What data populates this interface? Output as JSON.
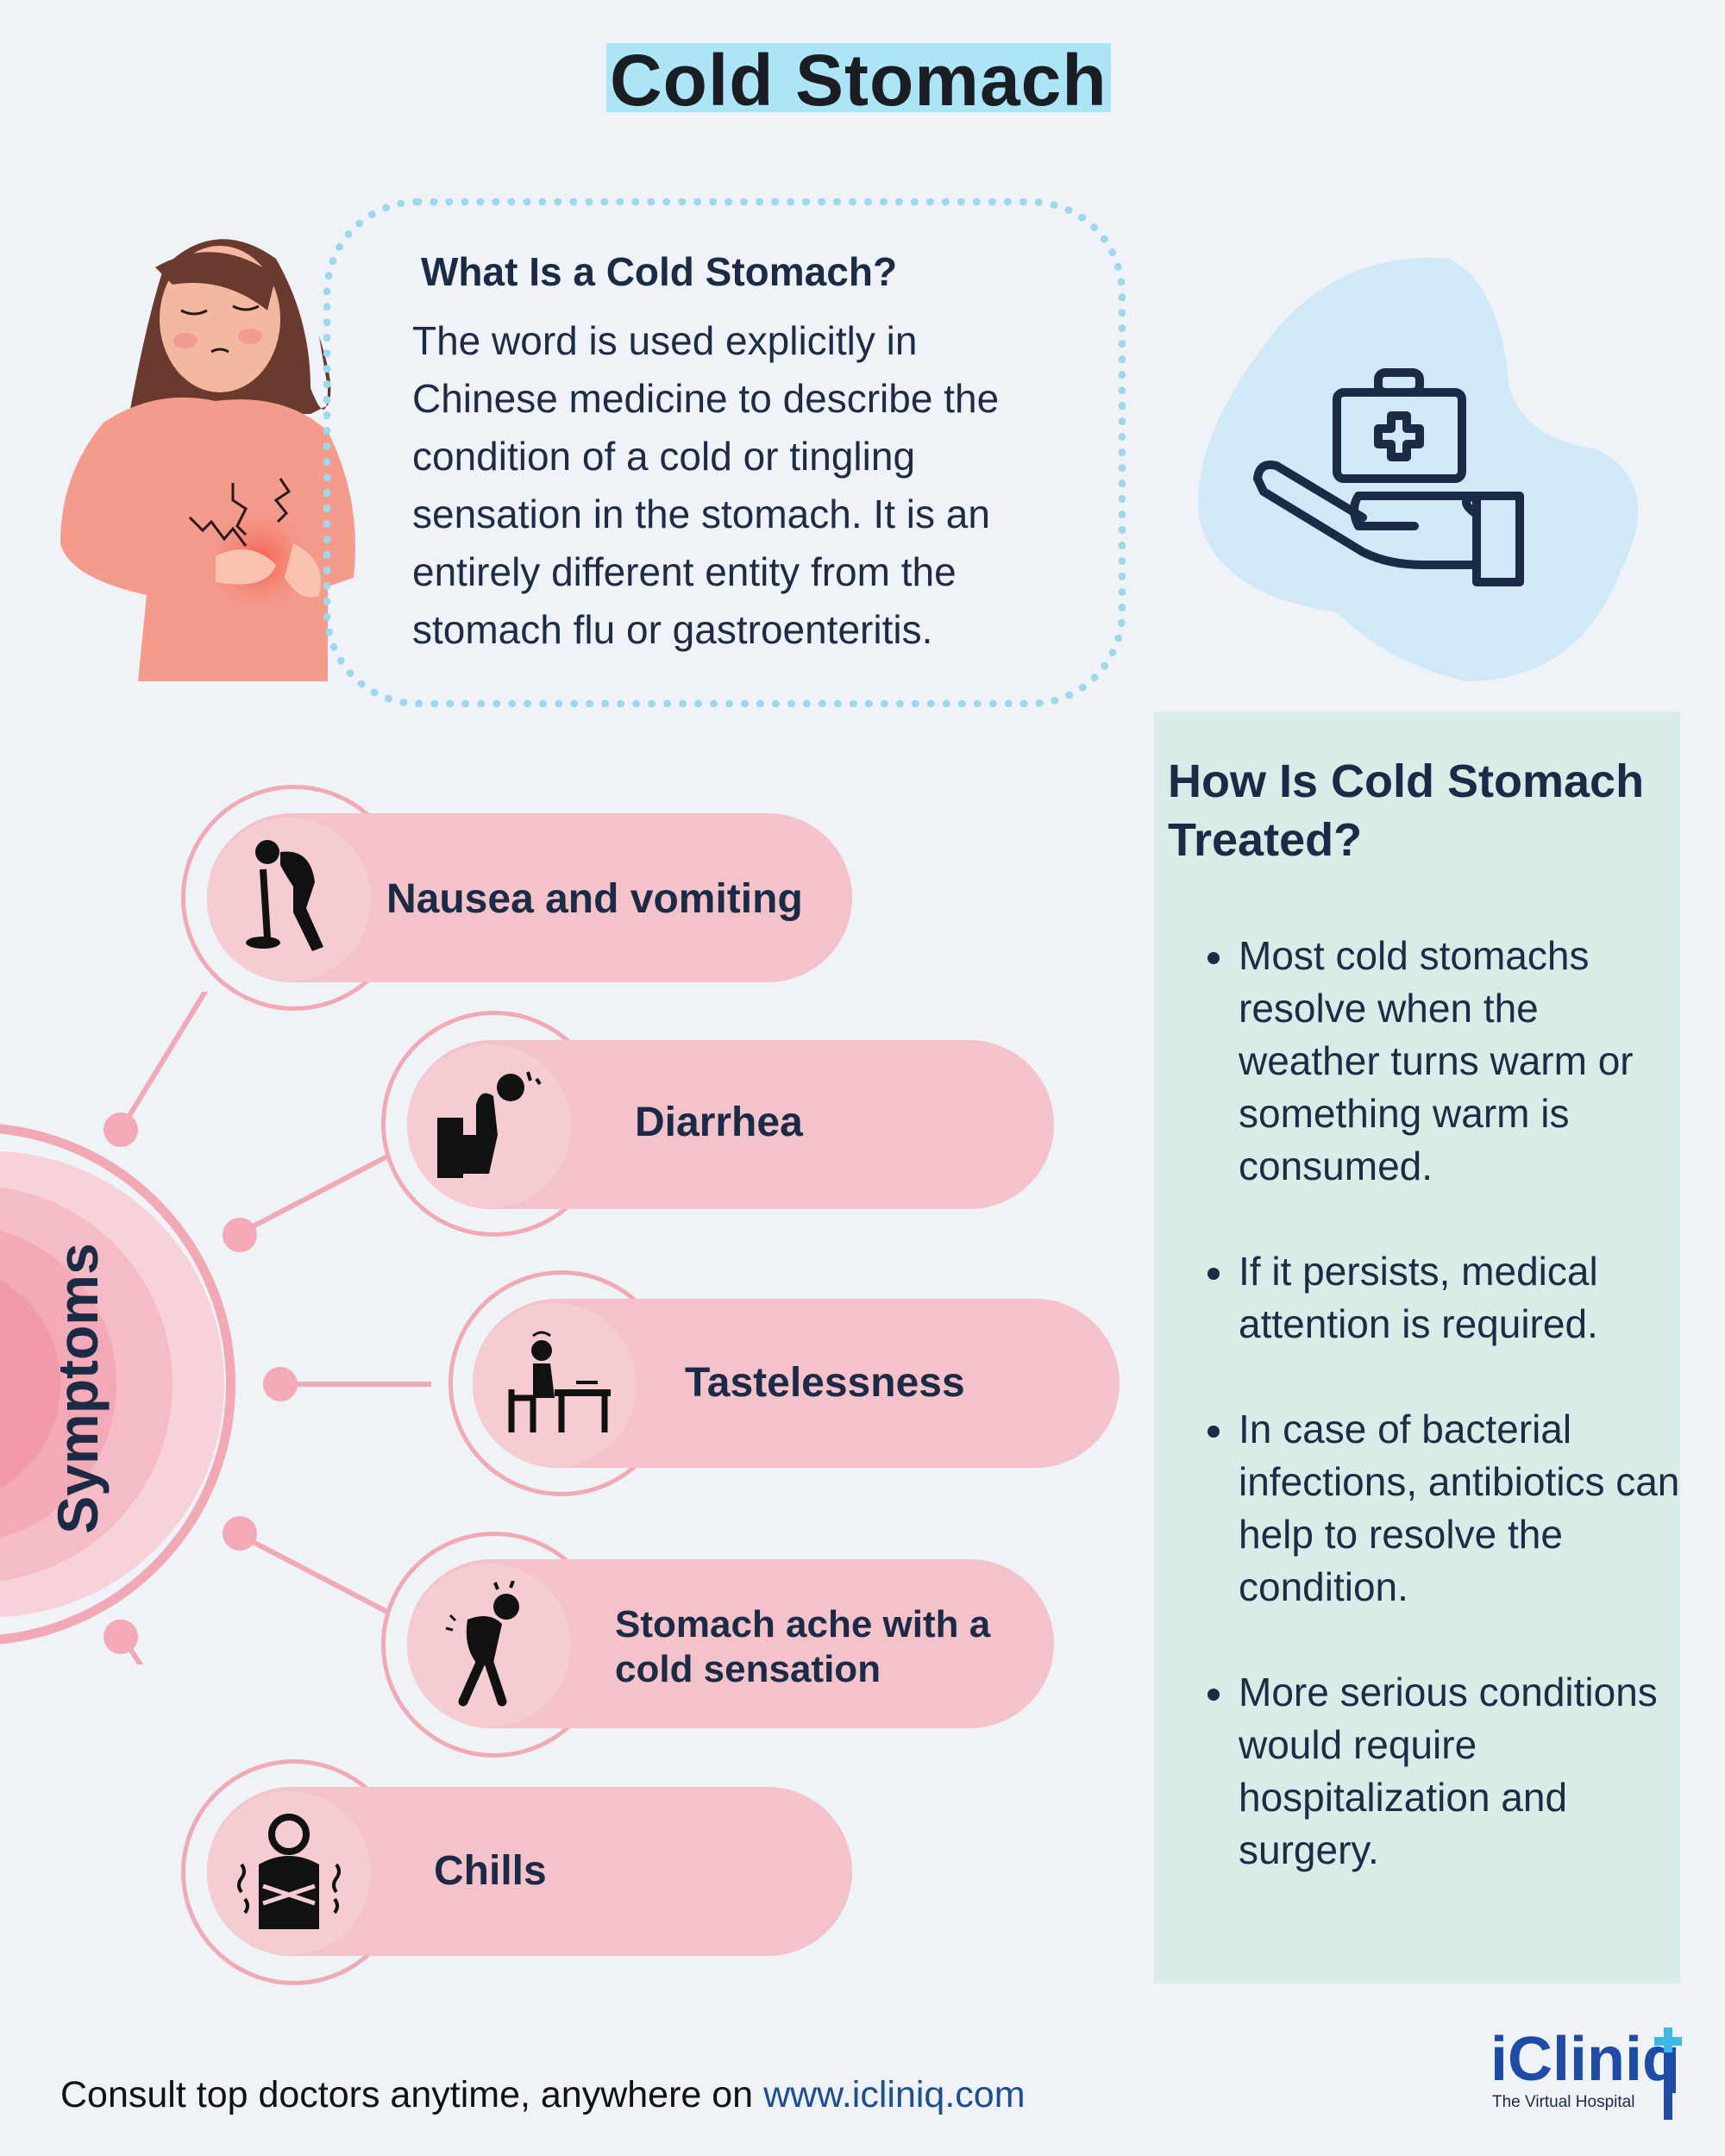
{
  "title": "Cold Stomach",
  "what_is": {
    "heading": "What Is a Cold Stomach?",
    "lines": [
      "The word is used explicitly in",
      "Chinese medicine to describe the",
      "condition of a cold or tingling",
      "sensation in the stomach. It is an",
      "entirely different entity from the",
      "stomach flu or gastroenteritis."
    ]
  },
  "treatment": {
    "heading": "How Is Cold Stomach Treated?",
    "items": [
      "Most cold stomachs resolve when the weather turns warm or something warm is consumed.",
      "If it persists, medical attention is required.",
      "In case of bacterial infections, antibiotics can help to resolve the condition.",
      "More serious conditions would require hospitalization and surgery."
    ]
  },
  "symptoms": {
    "label": "Symptoms",
    "items": [
      {
        "label": "Nausea and vomiting",
        "icon": "vomiting-person-icon"
      },
      {
        "label": "Diarrhea",
        "icon": "toilet-person-icon"
      },
      {
        "label": "Tastelessness",
        "icon": "person-at-table-icon"
      },
      {
        "label": "Stomach ache with a cold sensation",
        "line1": "Stomach ache with a",
        "line2": "cold sensation",
        "icon": "stomach-ache-person-icon"
      },
      {
        "label": "Chills",
        "icon": "shivering-person-icon"
      }
    ]
  },
  "footer": {
    "text": "Consult top doctors anytime, anywhere on ",
    "link": "www.icliniq.com"
  },
  "logo": {
    "name": "iCliniq",
    "tagline": "The Virtual Hospital"
  },
  "colors": {
    "background": "#eff3f8",
    "title_highlight": "#ace5f5",
    "navy_text": "#1b2a45",
    "pill_pink": "#f4c2ca",
    "ring_pink": "#f1a9b6",
    "treatment_panel": "#d8ede7",
    "dotted_border": "#9ed8ea",
    "link_blue": "#1d4e8f",
    "logo_blue": "#1e4aa8",
    "logo_plus": "#3bb7e8"
  }
}
